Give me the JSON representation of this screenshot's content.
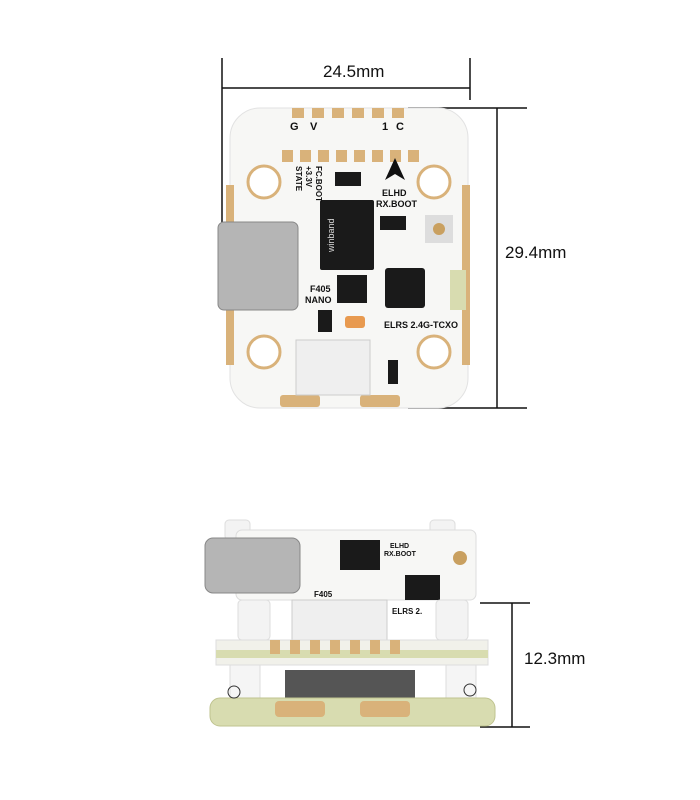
{
  "dimensions": {
    "width": "24.5mm",
    "length": "29.4mm",
    "height": "12.3mm"
  },
  "top_board_labels": {
    "pad_g": "G",
    "pad_v": "V",
    "pad_1": "1",
    "pad_c": "C",
    "fc_boot": "FC.BOOT",
    "v33": "+3.3V",
    "state": "STATE",
    "elhd": "ELHD",
    "rx_boot": "RX.BOOT",
    "mcu": "F405",
    "nano": "NANO",
    "elrs": "ELRS 2.4G-TCXO",
    "flash_brand": "winband"
  },
  "side_board_labels": {
    "f405": "F405",
    "elrs": "ELRS 2.",
    "rx_boot": "RX.BOOT",
    "elhd": "ELHD"
  },
  "colors": {
    "board": "#f7f7f5",
    "pad": "#d9b27a",
    "chip": "#1a1a1a",
    "base_pcb": "#d8dcb0",
    "line": "#111111"
  }
}
